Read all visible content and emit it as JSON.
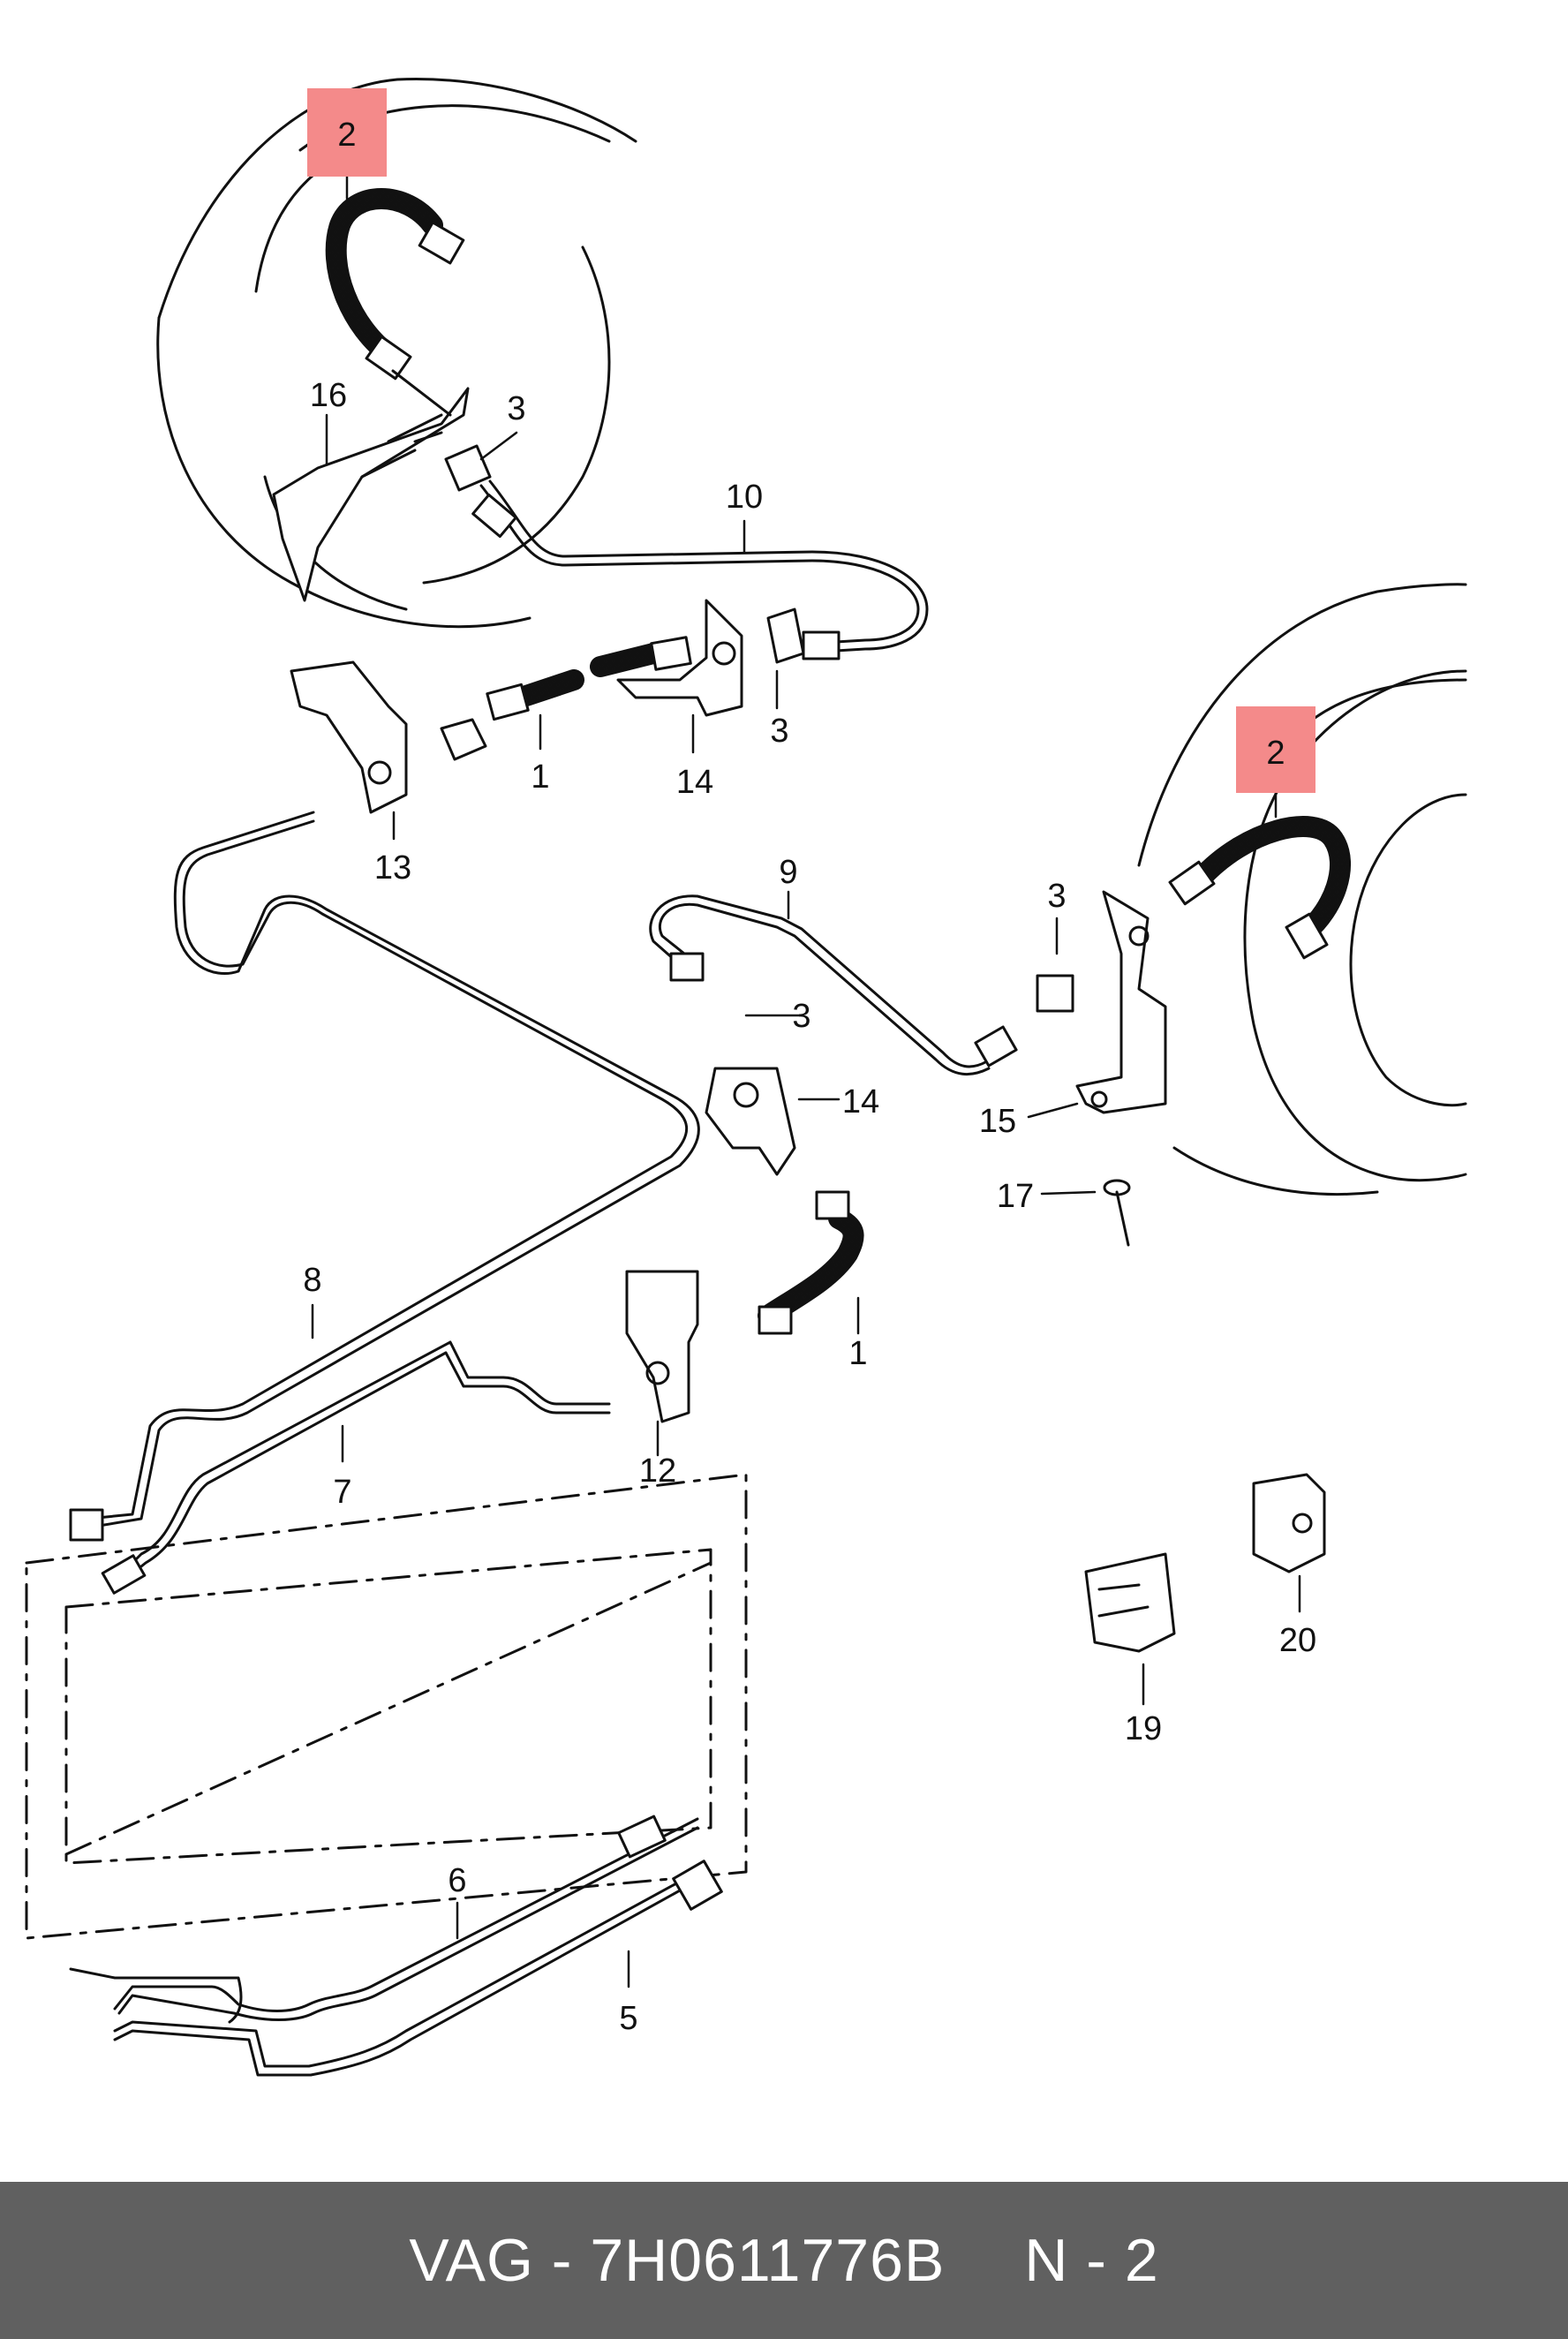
{
  "colors": {
    "highlight": "#f48a8a",
    "line": "#111111",
    "footer_bg": "#606060",
    "footer_text": "#ffffff"
  },
  "labels": {
    "l2a": "2",
    "l16": "16",
    "l3a": "3",
    "l10": "10",
    "l1a": "1",
    "l14a": "14",
    "l3b": "3",
    "l13": "13",
    "l2b": "2",
    "l9": "9",
    "l3c": "3",
    "l3d": "3",
    "l14b": "14",
    "l15": "15",
    "l17": "17",
    "l8": "8",
    "l1b": "1",
    "l7": "7",
    "l12": "12",
    "l20": "20",
    "l19": "19",
    "l6": "6",
    "l5": "5"
  },
  "footer": {
    "part": "VAG - 7H0611776B",
    "position": "N - 2"
  }
}
